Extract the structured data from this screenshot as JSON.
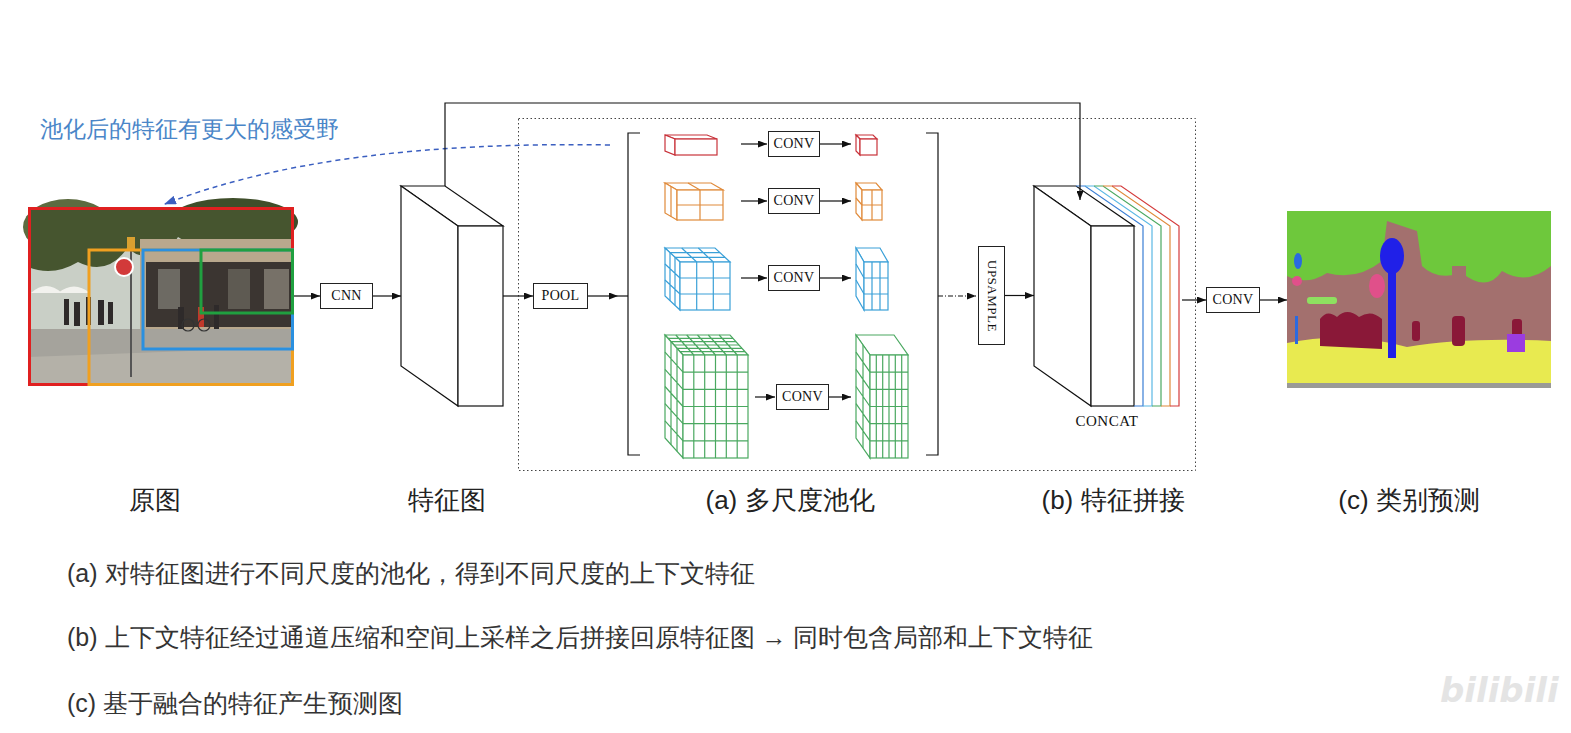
{
  "diagram": {
    "nodes": [
      {
        "text": [
          "原图"
        ]
      },
      {
        "text": [
          "CNN"
        ]
      },
      {
        "text": [
          "特征图"
        ]
      },
      {
        "text": [
          "POOL"
        ]
      },
      {
        "text": [
          "CONV"
        ]
      },
      {
        "text": [
          "CONV"
        ]
      },
      {
        "text": [
          "CONV"
        ]
      },
      {
        "text": [
          "CONV"
        ]
      },
      {
        "text": [
          "UPSAMPLE"
        ]
      },
      {
        "text": [
          "CONCAT",
          "(b) 特征拼接"
        ]
      },
      {
        "text": [
          "CONV"
        ]
      },
      {
        "text": [
          "(c) 类别预测"
        ]
      }
    ],
    "edges": [
      {
        "from": 0,
        "to": 1,
        "arrow": "to"
      },
      {
        "from": 1,
        "to": 2,
        "arrow": "to"
      },
      {
        "from": 2,
        "to": 3,
        "arrow": "to"
      },
      {
        "from": 2,
        "to": 9,
        "arrow": "to"
      },
      {
        "from": 8,
        "to": 9,
        "arrow": "to"
      },
      {
        "from": 9,
        "to": 10,
        "arrow": "to"
      },
      {
        "from": 10,
        "to": 11,
        "arrow": "to"
      }
    ],
    "labels": [
      "池化后的特征有更大的感受野",
      "(a) 多尺度池化",
      "(a) 对特征图进行不同尺度的池化，得到不同尺度的上下文特征",
      "(b) 上下文特征经过通道压缩和空间上采样之后拼接回原特征图 → 同时包含局部和上下文特征",
      "(c) 基于融合的特征产生预测图",
      "bilibili"
    ]
  }
}
